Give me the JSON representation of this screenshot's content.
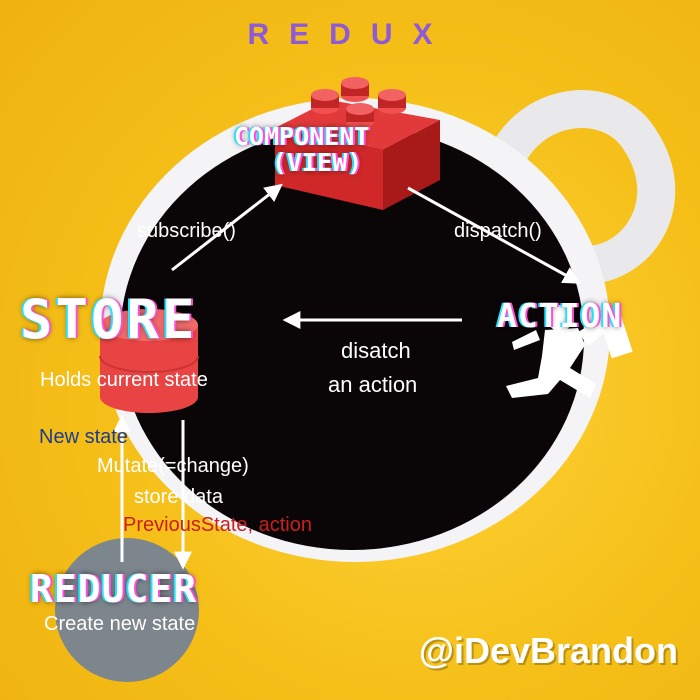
{
  "title": "REDUX",
  "nodes": {
    "component_line1": "COMPONENT",
    "component_line2": "(VIEW)",
    "store": "STORE",
    "action": "ACTION",
    "reducer": "REDUCER"
  },
  "labels": {
    "subscribe": "subscribe()",
    "dispatch": "dispatch()",
    "dispatch_action_line1": "disatch",
    "dispatch_action_line2": "an action",
    "store_desc": "Holds current state",
    "new_state": "New state",
    "mutate_line1": "Mutate(=change)",
    "mutate_line2": "store data",
    "previous_state": "PreviousState, action",
    "reducer_desc": "Create new state"
  },
  "author": "@iDevBrandon",
  "colors": {
    "background": "#f6c21c",
    "title": "#8e5ad7",
    "coffee": "#0a0608",
    "cup": "#f4f4f6",
    "lego": "#d62b2b",
    "store_drum": "#ee4a4a",
    "reducer_circle": "#7d858d",
    "new_state_text": "#1d3b8f",
    "previous_state_text": "#cc1e1e"
  },
  "icons": [
    "lego-brick-icon",
    "database-icon",
    "running-person-icon"
  ]
}
